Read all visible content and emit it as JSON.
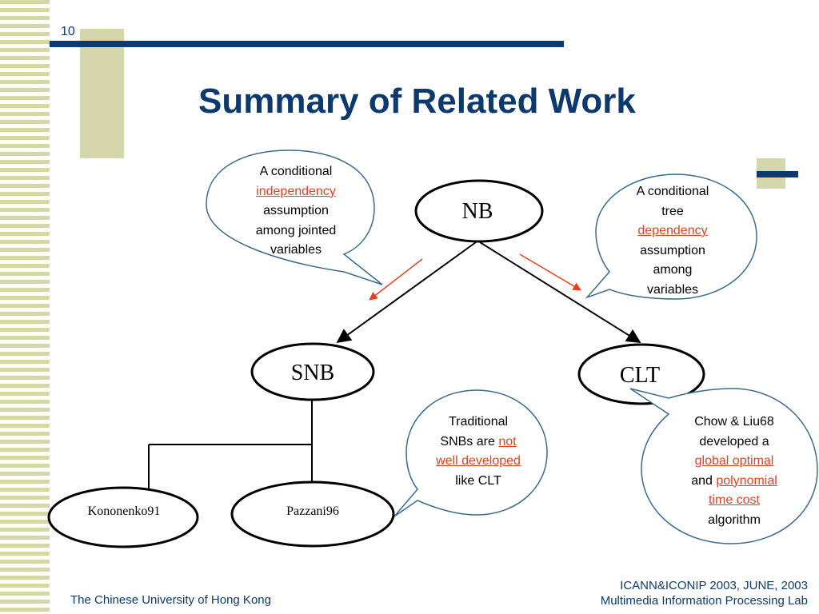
{
  "slide": {
    "number": "10",
    "title": "Summary of Related Work"
  },
  "nodes": {
    "nb": "NB",
    "snb": "SNB",
    "clt": "CLT",
    "kononenko": "Kononenko91",
    "pazzani": "Pazzani96"
  },
  "callouts": {
    "independency": {
      "line1": "A conditional",
      "highlight": "independency",
      "line3": "assumption",
      "line4": "among jointed",
      "line5": "variables"
    },
    "dependency": {
      "line1": "A conditional",
      "line2": "tree",
      "highlight": "dependency",
      "line4": "assumption",
      "line5": "among",
      "line6": "variables"
    },
    "traditional": {
      "line1": "Traditional",
      "line2_pre": "SNBs are ",
      "highlight1": "not",
      "highlight2": "well developed",
      "line4": "like CLT"
    },
    "chow": {
      "line1": "Chow & Liu68",
      "line2": "developed a",
      "highlight1": "global optimal",
      "line4_pre": "and ",
      "highlight2": "polynomial",
      "highlight3": "time cost",
      "line6": "algorithm"
    }
  },
  "footer": {
    "left": "The Chinese University of Hong Kong",
    "right_line1": "ICANN&ICONIP 2003, JUNE, 2003",
    "right_line2": "Multimedia Information Processing Lab"
  },
  "colors": {
    "navy": "#0d3a6e",
    "tan": "#d6d6ad",
    "highlight": "#e8401c",
    "bubble_stroke": "#3b6a8a"
  }
}
